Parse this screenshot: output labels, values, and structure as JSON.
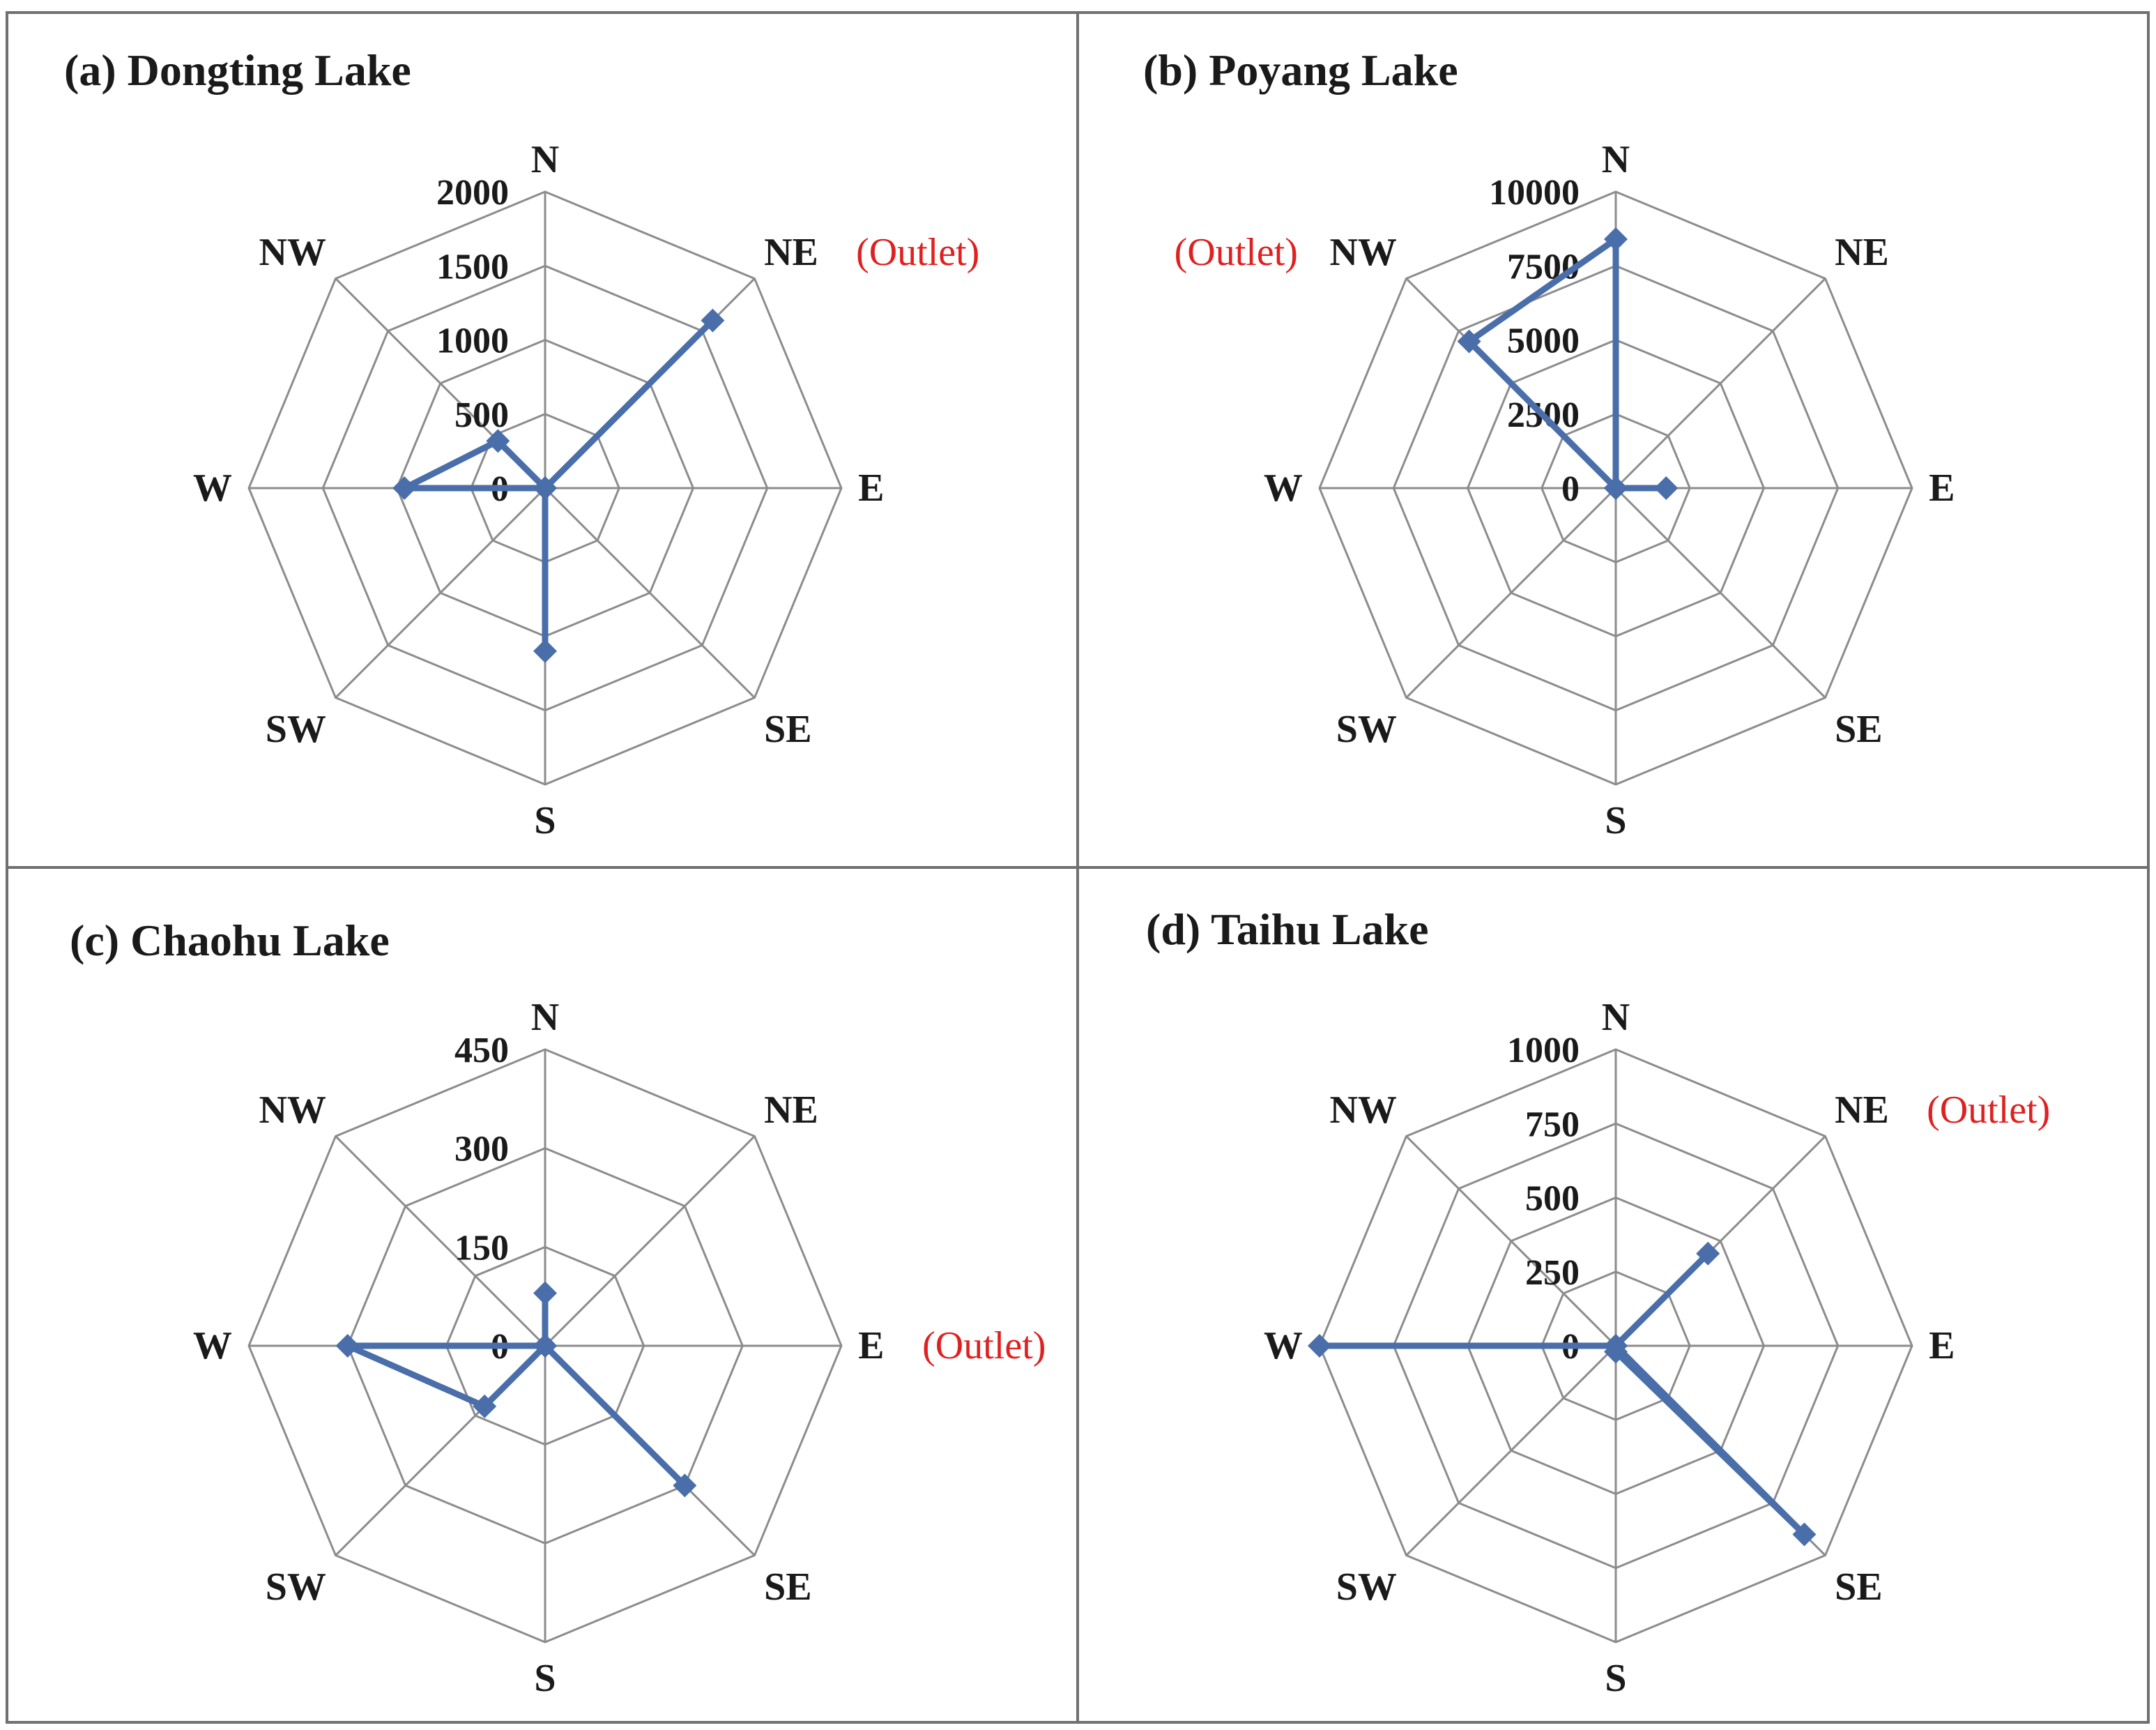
{
  "colors": {
    "series": "#4a6ea9",
    "grid": "#8c8c8c",
    "annotation": "#e02020",
    "text": "#1a1a1a"
  },
  "chart_data": [
    {
      "type": "radar",
      "title": "(a) Dongting Lake",
      "directions": [
        "N",
        "NE",
        "E",
        "SE",
        "S",
        "SW",
        "W",
        "NW"
      ],
      "rmax": 2000,
      "ticks": [
        0,
        500,
        1000,
        1500,
        2000
      ],
      "tick_labels": [
        "0",
        "500",
        "1000",
        "1500",
        "2000"
      ],
      "values": [
        0,
        1600,
        0,
        0,
        1100,
        0,
        950,
        450
      ],
      "annotation": {
        "text": "(Outlet)",
        "direction": "NE"
      }
    },
    {
      "type": "radar",
      "title": "(b) Poyang Lake",
      "directions": [
        "N",
        "NE",
        "E",
        "SE",
        "S",
        "SW",
        "W",
        "NW"
      ],
      "rmax": 10000,
      "ticks": [
        0,
        2500,
        5000,
        7500,
        10000
      ],
      "tick_labels": [
        "0",
        "2500",
        "5000",
        "7500",
        "10000"
      ],
      "values": [
        8400,
        0,
        1700,
        0,
        0,
        0,
        0,
        7000
      ],
      "annotation": {
        "text": "(Outlet)",
        "direction": "NW"
      }
    },
    {
      "type": "radar",
      "title": "(c) Chaohu Lake",
      "directions": [
        "N",
        "NE",
        "E",
        "SE",
        "S",
        "SW",
        "W",
        "NW"
      ],
      "rmax": 450,
      "ticks": [
        0,
        150,
        300,
        450
      ],
      "tick_labels": [
        "0",
        "150",
        "300",
        "450"
      ],
      "values": [
        80,
        0,
        0,
        300,
        0,
        130,
        300,
        0
      ],
      "annotation": {
        "text": "(Outlet)",
        "direction": "E"
      }
    },
    {
      "type": "radar",
      "title": "(d) Taihu Lake",
      "directions": [
        "N",
        "NE",
        "E",
        "SE",
        "S",
        "SW",
        "W",
        "NW"
      ],
      "rmax": 1000,
      "ticks": [
        0,
        250,
        500,
        750,
        1000
      ],
      "tick_labels": [
        "0",
        "250",
        "500",
        "750",
        "1000"
      ],
      "values": [
        0,
        440,
        0,
        900,
        20,
        0,
        1000,
        0
      ],
      "annotation": {
        "text": "(Outlet)",
        "direction": "NE"
      }
    }
  ]
}
